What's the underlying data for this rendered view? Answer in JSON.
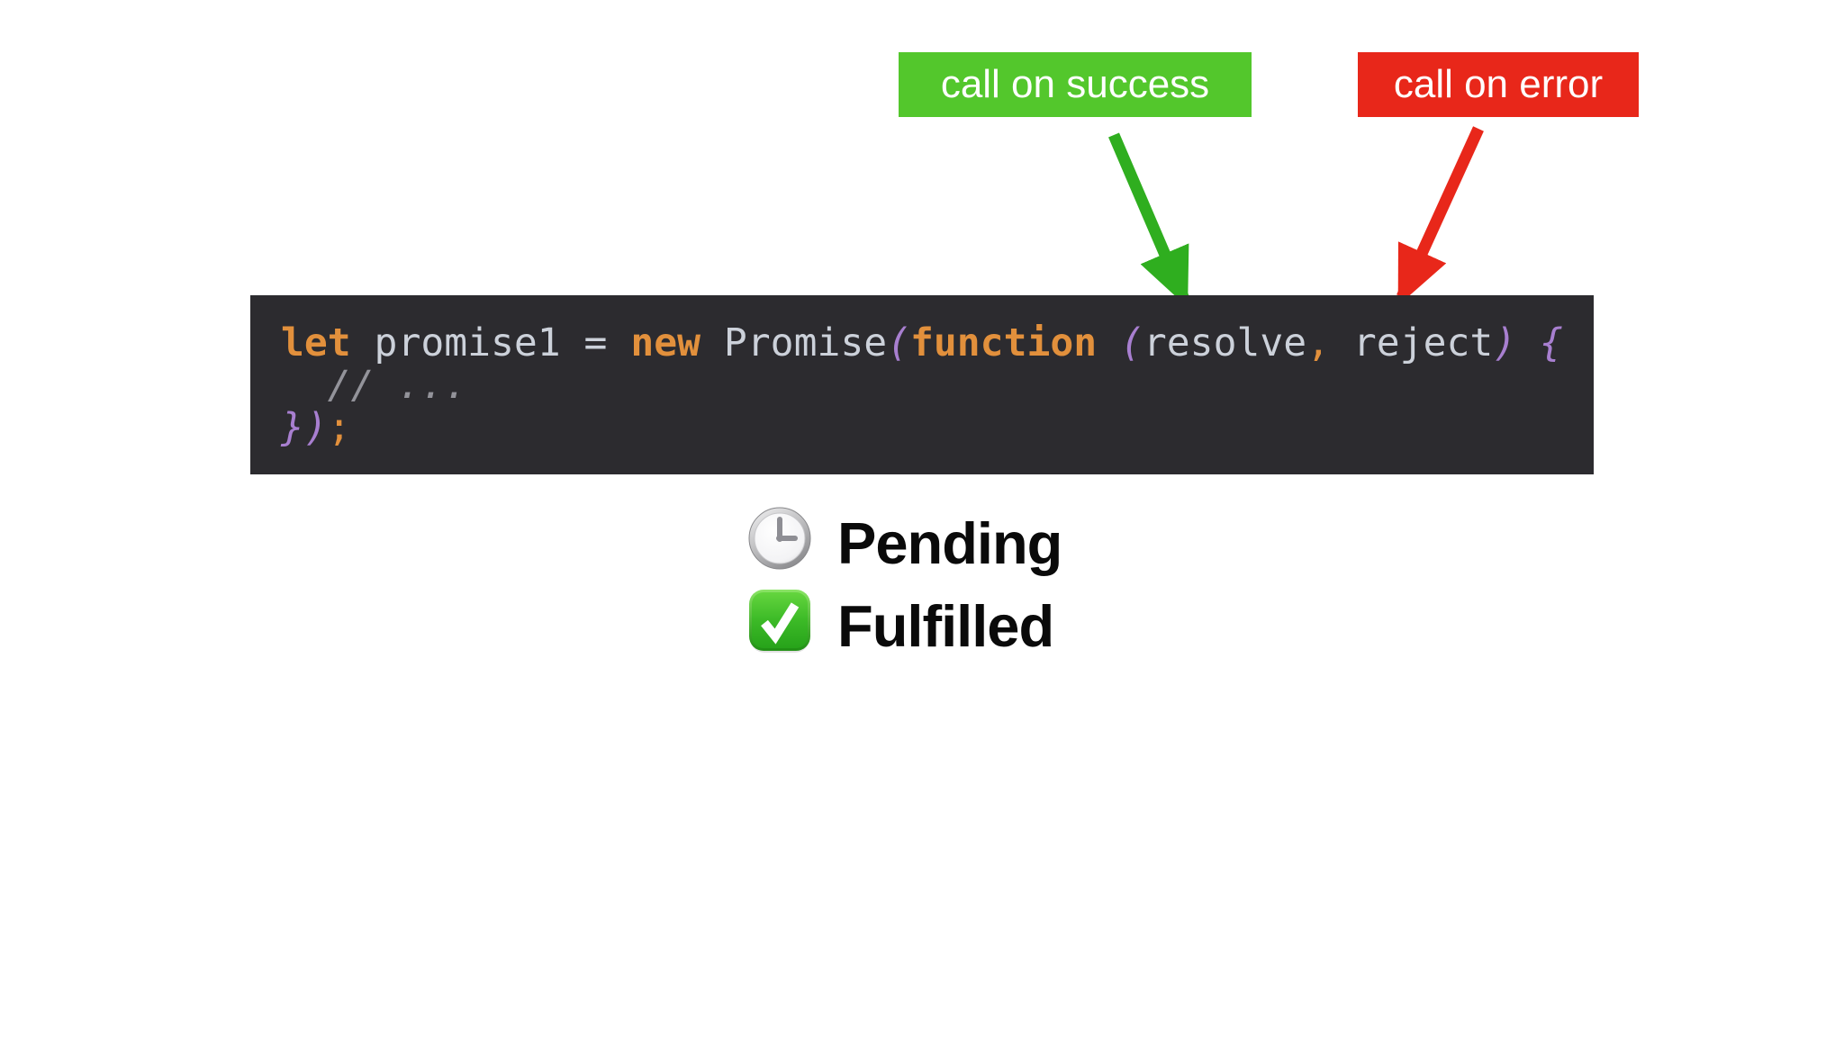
{
  "canvas": {
    "background": "#ffffff"
  },
  "annotations": {
    "success": {
      "label": "call on success",
      "bg": "#53c72c",
      "text_color": "#ffffff"
    },
    "error": {
      "label": "call on error",
      "bg": "#e8271a",
      "text_color": "#ffffff"
    }
  },
  "arrows": {
    "success_color": "#2fae1f",
    "error_color": "#e8271a"
  },
  "code": {
    "bg": "#2c2b2f",
    "token_colors": {
      "keyword": "#e2903c",
      "plain": "#ccd1da",
      "punctuation": "#a87fd0",
      "operator": "#e2903c",
      "comment": "#93939a"
    },
    "lines": [
      {
        "tokens": [
          {
            "t": "let",
            "s": "kw"
          },
          {
            "t": " promise1 = ",
            "s": "plain"
          },
          {
            "t": "new",
            "s": "kw"
          },
          {
            "t": " Promise",
            "s": "plain"
          },
          {
            "t": "(",
            "s": "punct"
          },
          {
            "t": "function",
            "s": "kw"
          },
          {
            "t": " ",
            "s": "plain"
          },
          {
            "t": "(",
            "s": "punct"
          },
          {
            "t": "resolve",
            "s": "plain"
          },
          {
            "t": ",",
            "s": "op"
          },
          {
            "t": " reject",
            "s": "plain"
          },
          {
            "t": ")",
            "s": "punct"
          },
          {
            "t": " ",
            "s": "plain"
          },
          {
            "t": "{",
            "s": "punct"
          }
        ]
      },
      {
        "tokens": [
          {
            "t": "  // ...",
            "s": "comment"
          }
        ]
      },
      {
        "tokens": [
          {
            "t": "})",
            "s": "punct"
          },
          {
            "t": ";",
            "s": "op"
          }
        ]
      }
    ]
  },
  "states": [
    {
      "icon": "clock-icon",
      "label": "Pending"
    },
    {
      "icon": "check-icon",
      "label": "Fulfilled"
    }
  ],
  "icon_colors": {
    "clock_face": "#f5f5f7",
    "clock_ring": "#b6b6b8",
    "clock_hands": "#8e8e94",
    "check_green_top": "#64d53e",
    "check_green_bottom": "#27a31a",
    "check_mark": "#ffffff"
  }
}
